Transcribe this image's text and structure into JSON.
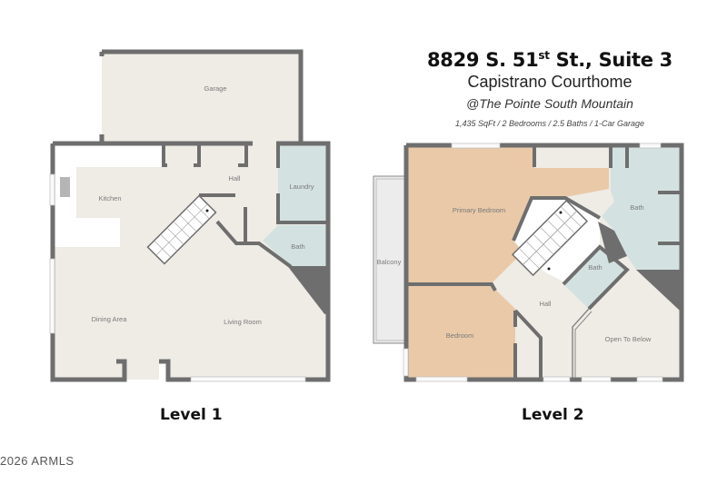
{
  "header": {
    "address_main": "8829 S. 51",
    "address_sup": "st",
    "address_rest": " St., Suite 3",
    "community": "Capistrano Courthome",
    "subdivision": "@The Pointe South Mountain",
    "specs": "1,435 SqFt / 2 Bedrooms / 2.5 Baths / 1-Car Garage"
  },
  "level1": {
    "label": "Level 1",
    "rooms": {
      "garage": "Garage",
      "kitchen": "Kitchen",
      "hall": "Hall",
      "laundry": "Laundry",
      "bath": "Bath",
      "dining": "Dining Area",
      "living": "Living Room"
    }
  },
  "level2": {
    "label": "Level 2",
    "rooms": {
      "primary_bedroom": "Primary Bedroom",
      "bath_primary": "Bath",
      "balcony": "Balcony",
      "bath_hall": "Bath",
      "hall": "Hall",
      "bedroom": "Bedroom",
      "open_to_below": "Open To Below"
    }
  },
  "colors": {
    "wall": "#6e6e6e",
    "floor": "#efebe5",
    "bedroom": "#e9c9a8",
    "wet_room": "#d3e2e0",
    "balcony": "#ececec"
  },
  "copyright": "2026 ARMLS"
}
